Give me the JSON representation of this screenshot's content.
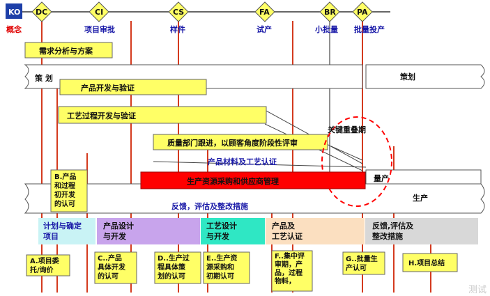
{
  "gates": [
    {
      "code": "KO",
      "name": "概念"
    },
    {
      "code": "DC",
      "name": ""
    },
    {
      "code": "CI",
      "name": "项目审批"
    },
    {
      "code": "CS",
      "name": "样件"
    },
    {
      "code": "FA",
      "name": "试产"
    },
    {
      "code": "BR",
      "name": "小批量"
    },
    {
      "code": "PA",
      "name": "批量投产"
    }
  ],
  "bars": {
    "demand": "需求分析与方案",
    "planning_left": "策 划",
    "planning_right": "策划",
    "product_dev": "产品开发与验证",
    "process_dev": "工艺过程开发与验证",
    "quality": "质量部门跟进，以顾客角度阶段性评审",
    "material": "产品材料及工艺认证",
    "supply": "生产资源采购和供应商管理",
    "mass_prod": "量产",
    "production": "生产",
    "feedback": "反馈，评估及整改措施",
    "key_overlap": "关键重叠期"
  },
  "phases": [
    {
      "label": "计划与确定\n项目",
      "color": "#c9f3f5"
    },
    {
      "label": "产品设计\n与开发",
      "color": "#c8a4ec"
    },
    {
      "label": "工艺设计\n与开发",
      "color": "#2fe7c4"
    },
    {
      "label": "产品及\n工艺认证",
      "color": "#fbdfc0"
    },
    {
      "label": "反馈,评估及\n整改措施",
      "color": "#d8d8d8"
    }
  ],
  "milestones": {
    "b": "B.产品\n和过程\n初开发\n的认可",
    "a": "A.项目委\n托/询价",
    "c": "C..产品\n具体开发\n的认可",
    "d": "D..生产过\n程具体策\n划的认可",
    "e": "E..生产资\n源采购和\n初期认可",
    "f": "F..集中评\n审期，产\n品，过程\n物料，",
    "g": "G..批量生\n产认可",
    "h": "H.项目总结"
  },
  "colors": {
    "yellow": "#ffff66",
    "red": "#ff0000",
    "vline": "#d43a1e",
    "blue": "#1a1aa8",
    "ko": "#1d3fa8"
  },
  "watermark": "测试"
}
